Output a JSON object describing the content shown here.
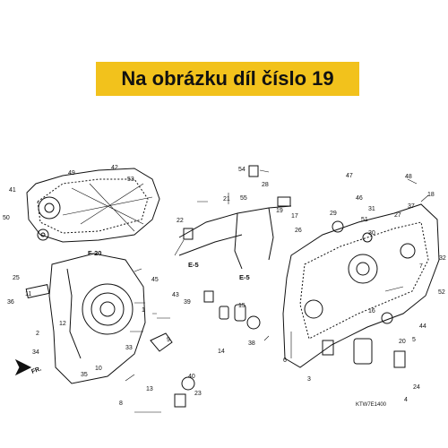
{
  "banner": {
    "text": "Na obrázku díl číslo 19",
    "color": "#f2c21c"
  },
  "refs": {
    "f20": "F-20",
    "e5a": "E-5",
    "e5b": "E-5"
  },
  "direction_label": "FR.",
  "drawing_code": "KTW7E1400",
  "callouts": [
    {
      "n": "1"
    },
    {
      "n": "2"
    },
    {
      "n": "3"
    },
    {
      "n": "4"
    },
    {
      "n": "5"
    },
    {
      "n": "6"
    },
    {
      "n": "7"
    },
    {
      "n": "8"
    },
    {
      "n": "9"
    },
    {
      "n": "10"
    },
    {
      "n": "11"
    },
    {
      "n": "12"
    },
    {
      "n": "13"
    },
    {
      "n": "14"
    },
    {
      "n": "15"
    },
    {
      "n": "16"
    },
    {
      "n": "17"
    },
    {
      "n": "18"
    },
    {
      "n": "19"
    },
    {
      "n": "20"
    },
    {
      "n": "21"
    },
    {
      "n": "22"
    },
    {
      "n": "23"
    },
    {
      "n": "24"
    },
    {
      "n": "25"
    },
    {
      "n": "26"
    },
    {
      "n": "27"
    },
    {
      "n": "28"
    },
    {
      "n": "29"
    },
    {
      "n": "30"
    },
    {
      "n": "31"
    },
    {
      "n": "32"
    },
    {
      "n": "33"
    },
    {
      "n": "34"
    },
    {
      "n": "35"
    },
    {
      "n": "36"
    },
    {
      "n": "37"
    },
    {
      "n": "38"
    },
    {
      "n": "39"
    },
    {
      "n": "40"
    },
    {
      "n": "41"
    },
    {
      "n": "42"
    },
    {
      "n": "43"
    },
    {
      "n": "44"
    },
    {
      "n": "45"
    },
    {
      "n": "46"
    },
    {
      "n": "47"
    },
    {
      "n": "48"
    },
    {
      "n": "49"
    },
    {
      "n": "50"
    },
    {
      "n": "51"
    },
    {
      "n": "52"
    },
    {
      "n": "53"
    },
    {
      "n": "54"
    },
    {
      "n": "55"
    }
  ]
}
